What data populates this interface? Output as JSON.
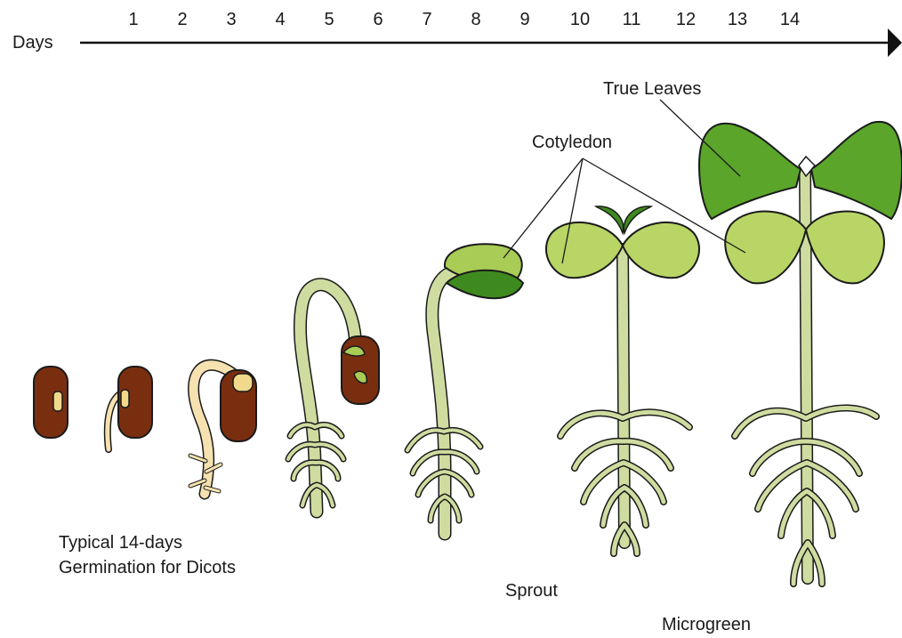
{
  "timeline": {
    "axis_label": "Days",
    "days": [
      "1",
      "2",
      "3",
      "4",
      "5",
      "6",
      "7",
      "8",
      "9",
      "10",
      "11",
      "12",
      "13",
      "14"
    ]
  },
  "labels": {
    "true_leaves": "True Leaves",
    "cotyledon": "Cotyledon",
    "caption_line1": "Typical 14-days",
    "caption_line2": "Germination for Dicots",
    "sprout": "Sprout",
    "microgreen": "Microgreen"
  },
  "colors": {
    "seed_coat": "#7a2e10",
    "hilum": "#f0d98a",
    "radicle": "#f6e2b0",
    "stem": "#cfdca0",
    "cotyledon": "#a8cc55",
    "true_leaf": "#5aa52a",
    "outline": "#1a1a1a"
  }
}
